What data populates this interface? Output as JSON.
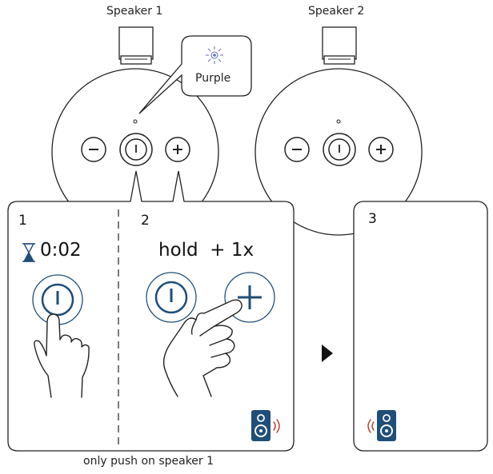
{
  "speakers": [
    {
      "label": "Speaker 1",
      "buttons": [
        "minus-button",
        "power-button",
        "plus-button"
      ]
    },
    {
      "label": "Speaker 2",
      "buttons": [
        "minus-button",
        "power-button",
        "plus-button"
      ]
    }
  ],
  "led_callout": {
    "color_name": "Purple",
    "color": "#7a4fb5"
  },
  "panels": {
    "step1": {
      "number": "1",
      "timer": "0:02"
    },
    "step2": {
      "number": "2",
      "action": "hold  + 1x"
    },
    "step3": {
      "number": "3"
    }
  },
  "footer_note": "only push on speaker 1",
  "colors": {
    "accent": "#1f4e79",
    "sound_waves": "#c0392b",
    "outline": "#222222"
  },
  "icons": [
    "hourglass-icon",
    "power-icon",
    "plus-icon",
    "minus-icon",
    "hand-pointing-icon",
    "speaker-icon",
    "sound-waves-icon",
    "arrow-right-icon",
    "light-burst-icon"
  ]
}
